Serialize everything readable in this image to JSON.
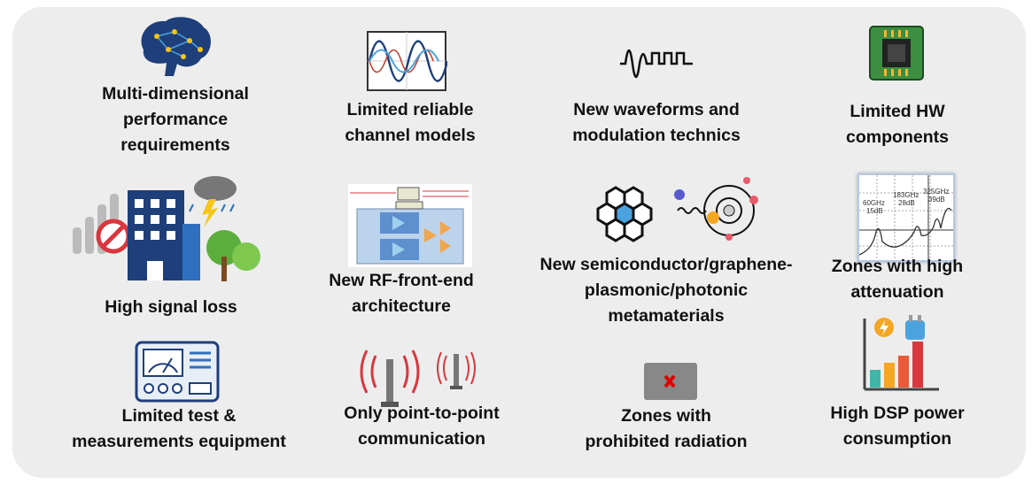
{
  "items": [
    {
      "label_lines": [
        "Multi-dimensional",
        "performance",
        "requirements"
      ],
      "icon": "brain-network-icon"
    },
    {
      "label_lines": [
        "Limited reliable",
        "channel models"
      ],
      "icon": "oscilloscope-waves-icon"
    },
    {
      "label_lines": [
        "New waveforms and",
        "modulation technics"
      ],
      "icon": "waveform-icon"
    },
    {
      "label_lines": [
        "Limited HW",
        "components"
      ],
      "icon": "chip-icon"
    },
    {
      "label_lines": [
        "High signal loss"
      ],
      "icon": "signal-loss-weather-icon"
    },
    {
      "label_lines": [
        "New RF-front-end",
        "architecture"
      ],
      "icon": "rf-schematic-icon"
    },
    {
      "label_lines": [
        "New semiconductor/graphene-",
        "plasmonic/photonic",
        "metamaterials"
      ],
      "icon": "graphene-photonic-icon"
    },
    {
      "label_lines": [
        "Zones with high",
        "attenuation"
      ],
      "icon": "attenuation-graph-icon"
    },
    {
      "label_lines": [
        "Limited test &",
        "measurements equipment"
      ],
      "icon": "measurement-equipment-icon"
    },
    {
      "label_lines": [
        "Only point-to-point",
        "communication"
      ],
      "icon": "antenna-icon"
    },
    {
      "label_lines": [
        "Zones with",
        "prohibited radiation"
      ],
      "icon": "prohibited-zone-icon"
    },
    {
      "label_lines": [
        "High DSP power",
        "consumption"
      ],
      "icon": "power-consumption-icon"
    }
  ],
  "attenuation_graph": {
    "peaks": [
      {
        "freq": "60GHz",
        "loss": "15dB"
      },
      {
        "freq": "183GHz",
        "loss": "28dB"
      },
      {
        "freq": "325GHz",
        "loss": "39dB"
      }
    ]
  },
  "colors": {
    "panel": "#ededed",
    "text": "#111111",
    "accent_red": "#d9363e",
    "accent_blue": "#2f6fbf"
  }
}
